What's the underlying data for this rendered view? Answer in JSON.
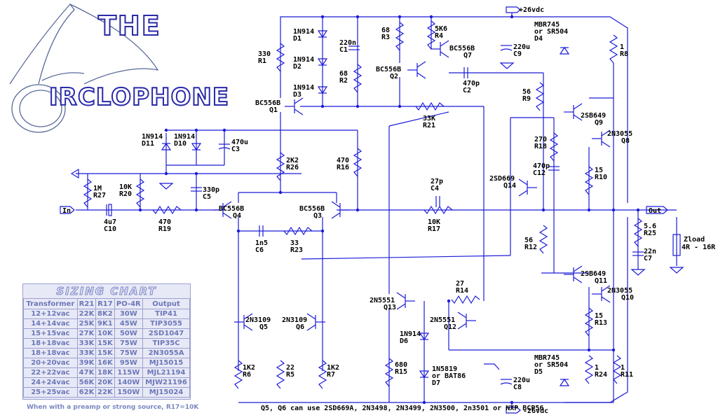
{
  "logo": {
    "line1": "THE",
    "line2": "IRCLOPHONE"
  },
  "rails": {
    "positive": "+26vdc",
    "negative": "-26vdc"
  },
  "io": {
    "input": "In",
    "output": "Out",
    "load_line1": "Zload",
    "load_line2": "4R - 16R"
  },
  "transistors": [
    {
      "part": "BC556B",
      "ref": "Q1"
    },
    {
      "part": "BC556B",
      "ref": "Q2"
    },
    {
      "part": "BC556B",
      "ref": "Q3"
    },
    {
      "part": "BC556B",
      "ref": "Q4"
    },
    {
      "part": "2N3109",
      "ref": "Q5"
    },
    {
      "part": "2N3109",
      "ref": "Q6"
    },
    {
      "part": "BC556B",
      "ref": "Q7"
    },
    {
      "part": "2N3055",
      "ref": "Q8"
    },
    {
      "part": "2SB649",
      "ref": "Q9"
    },
    {
      "part": "2N3055",
      "ref": "Q10"
    },
    {
      "part": "2SB649",
      "ref": "Q11"
    },
    {
      "part": "2N5551",
      "ref": "Q12"
    },
    {
      "part": "2N5551",
      "ref": "Q13"
    },
    {
      "part": "2SD669",
      "ref": "Q14"
    }
  ],
  "resistors": [
    {
      "value": "330",
      "ref": "R1"
    },
    {
      "value": "68",
      "ref": "R2"
    },
    {
      "value": "68",
      "ref": "R3"
    },
    {
      "value": "5K6",
      "ref": "R4"
    },
    {
      "value": "22",
      "ref": "R5"
    },
    {
      "value": "1K2",
      "ref": "R6"
    },
    {
      "value": "1K2",
      "ref": "R7"
    },
    {
      "value": "1",
      "ref": "R8"
    },
    {
      "value": "56",
      "ref": "R9"
    },
    {
      "value": "15",
      "ref": "R10"
    },
    {
      "value": "1",
      "ref": "R11"
    },
    {
      "value": "56",
      "ref": "R12"
    },
    {
      "value": "15",
      "ref": "R13"
    },
    {
      "value": "27",
      "ref": "R14"
    },
    {
      "value": "680",
      "ref": "R15"
    },
    {
      "value": "470",
      "ref": "R16"
    },
    {
      "value": "10K",
      "ref": "R17"
    },
    {
      "value": "270",
      "ref": "R18"
    },
    {
      "value": "470",
      "ref": "R19"
    },
    {
      "value": "10K",
      "ref": "R20"
    },
    {
      "value": "33K",
      "ref": "R21"
    },
    {
      "value": "33",
      "ref": "R23"
    },
    {
      "value": "1",
      "ref": "R24"
    },
    {
      "value": "5.6",
      "ref": "R25"
    },
    {
      "value": "2K2",
      "ref": "R26"
    },
    {
      "value": "1M",
      "ref": "R27"
    }
  ],
  "capacitors": [
    {
      "value": "220n",
      "ref": "C1"
    },
    {
      "value": "470p",
      "ref": "C2"
    },
    {
      "value": "470u",
      "ref": "C3"
    },
    {
      "value": "27p",
      "ref": "C4"
    },
    {
      "value": "330p",
      "ref": "C5"
    },
    {
      "value": "1n5",
      "ref": "C6"
    },
    {
      "value": "22n",
      "ref": "C7"
    },
    {
      "value": "220u",
      "ref": "C8"
    },
    {
      "value": "220u",
      "ref": "C9"
    },
    {
      "value": "4u7",
      "ref": "C10"
    },
    {
      "value": "470p",
      "ref": "C12"
    }
  ],
  "diodes": [
    {
      "part": "1N914",
      "ref": "D1"
    },
    {
      "part": "1N914",
      "ref": "D2"
    },
    {
      "part": "1N914",
      "ref": "D3"
    },
    {
      "part": "MBR745",
      "alt": "or SR504",
      "ref": "D4"
    },
    {
      "part": "MBR745",
      "alt": "or SR504",
      "ref": "D5"
    },
    {
      "part": "1N914",
      "ref": "D6"
    },
    {
      "part": "1N5819",
      "alt": "or BAT86",
      "ref": "D7"
    },
    {
      "part": "1N914",
      "ref": "D10"
    },
    {
      "part": "1N914",
      "ref": "D11"
    }
  ],
  "sizing_chart": {
    "title": "SIZING CHART",
    "columns": [
      "Transformer",
      "R21",
      "R17",
      "PO-4R",
      "Output"
    ],
    "rows": [
      [
        "12+12vac",
        "22K",
        "8K2",
        "30W",
        "TIP41"
      ],
      [
        "14+14vac",
        "25K",
        "9K1",
        "45W",
        "TIP3055"
      ],
      [
        "15+15vac",
        "27K",
        "10K",
        "50W",
        "2SD1047"
      ],
      [
        "18+18vac",
        "33K",
        "15K",
        "75W",
        "TIP35C"
      ],
      [
        "18+18vac",
        "33K",
        "15K",
        "75W",
        "2N3055A"
      ],
      [
        "20+20vac",
        "39K",
        "16K",
        "95W",
        "MJ15015"
      ],
      [
        "22+22vac",
        "47K",
        "18K",
        "115W",
        "MJL21194"
      ],
      [
        "24+24vac",
        "56K",
        "20K",
        "140W",
        "MJW21196"
      ],
      [
        "25+25vac",
        "62K",
        "22K",
        "150W",
        "MJ15024"
      ]
    ],
    "footnote": "When with a preamp or strong source, R17=10K"
  },
  "footer_note": "Q5, Q6 can use 2SD669A, 2N3498, 2N3499, 2N3500, 2n3501 or NXP BCP56"
}
